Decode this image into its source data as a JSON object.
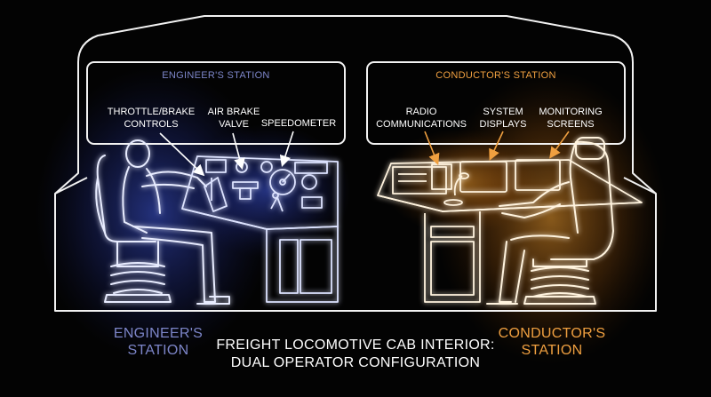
{
  "diagram": {
    "title_line1": "FREIGHT LOCOMOTIVE CAB INTERIOR:",
    "title_line2": "DUAL OPERATOR CONFIGURATION",
    "engineer": {
      "header": "ENGINEER'S STATION",
      "bottom_line1": "ENGINEER'S",
      "bottom_line2": "STATION",
      "callouts": [
        {
          "line1": "THROTTLE/BRAKE",
          "line2": "CONTROLS"
        },
        {
          "line1": "AIR BRAKE",
          "line2": "VALVE"
        },
        {
          "line1": "SPEEDOMETER",
          "line2": ""
        }
      ]
    },
    "conductor": {
      "header": "CONDUCTOR'S STATION",
      "bottom_line1": "CONDUCTOR'S",
      "bottom_line2": "STATION",
      "callouts": [
        {
          "line1": "RADIO",
          "line2": "COMMUNICATIONS"
        },
        {
          "line1": "SYSTEM",
          "line2": "DISPLAYS"
        },
        {
          "line1": "MONITORING",
          "line2": "SCREENS"
        }
      ]
    }
  },
  "colors": {
    "background": "#030303",
    "outline": "#f2f2f2",
    "engineer_accent": "#7d86c9",
    "engineer_glow": "#4a5fd6",
    "conductor_accent": "#f0a040",
    "conductor_glow": "#f29a2e"
  }
}
